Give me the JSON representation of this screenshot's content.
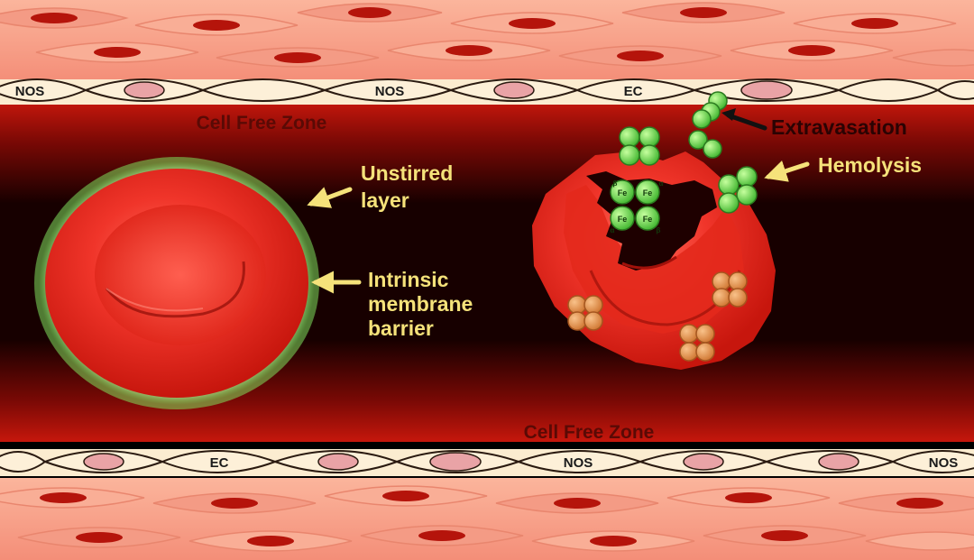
{
  "labels": {
    "cell_free_zone_top": "Cell Free Zone",
    "cell_free_zone_bottom": "Cell Free Zone",
    "unstirred_line1": "Unstirred",
    "unstirred_line2": "layer",
    "intrinsic_line1": "Intrinsic",
    "intrinsic_line2": "membrane",
    "intrinsic_line3": "barrier",
    "extravasation": "Extravasation",
    "hemolysis": "Hemolysis"
  },
  "endothelial_top": [
    "NOS",
    "NOS",
    "EC"
  ],
  "endothelial_bottom": [
    "EC",
    "NOS",
    "NOS"
  ],
  "heme_symbols": {
    "fe": "Fe",
    "alpha": "α",
    "beta": "β"
  },
  "colors": {
    "vessel_lumen": "#1a0000",
    "plasma_glow": "#b3140a",
    "rbc_red": "#e8281b",
    "unstirred_layer": "#c9f5a8",
    "hemoglobin_green": "#6fe05a",
    "hemoglobin_orange": "#e59a52",
    "endothelium": "#fbecd0",
    "smooth_muscle": "#f7a38d",
    "label_yellow": "#f5e27a",
    "label_dark": "#5a0a05"
  }
}
